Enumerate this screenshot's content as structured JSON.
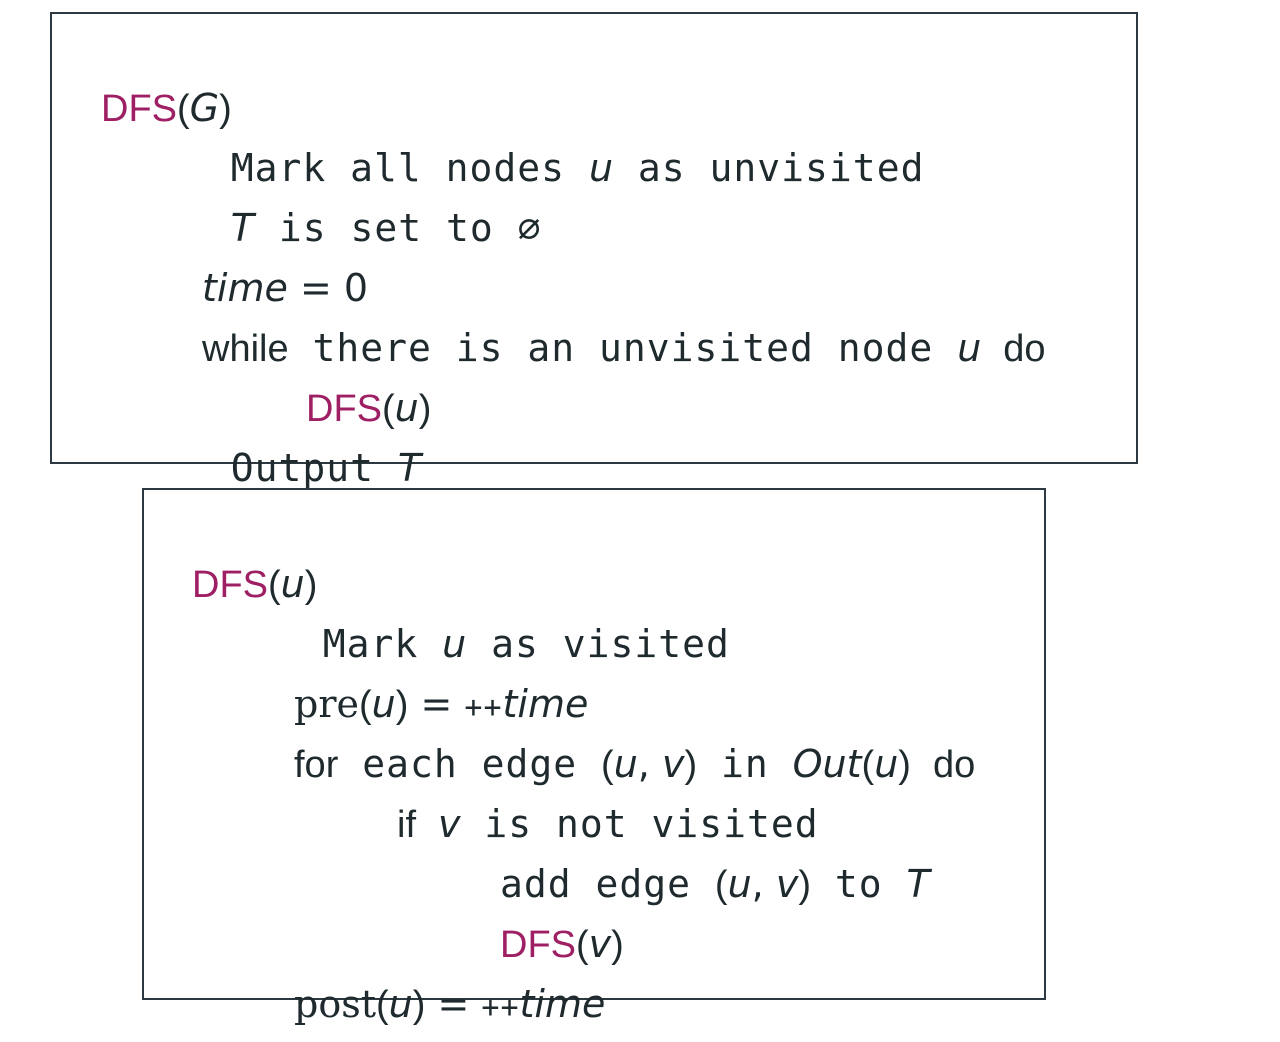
{
  "main_algorithm": {
    "header": {
      "name": "DFS",
      "arg": "G"
    },
    "line_mark": {
      "text_a": "Mark all nodes ",
      "var": "u",
      "text_b": " as unvisited"
    },
    "line_tree": {
      "var": "T",
      "text": " is set to ∅"
    },
    "line_time": {
      "var": "time",
      "op": " = ",
      "value": "0"
    },
    "line_while": {
      "keyword": "while",
      "text": " there is an unvisited node ",
      "var": "u",
      "keyword_end": "do"
    },
    "line_call": {
      "name": "DFS",
      "arg": "u"
    },
    "line_output": {
      "text": "Output ",
      "var": "T"
    }
  },
  "visit_procedure": {
    "header": {
      "name": "DFS",
      "arg": "u"
    },
    "line_mark": {
      "text_a": "Mark ",
      "var": "u",
      "text_b": " as visited"
    },
    "line_pre": {
      "func": "pre",
      "arg": "u",
      "op": " = ",
      "incr": "++",
      "var": "time"
    },
    "line_for": {
      "keyword": "for",
      "text_a": " each edge ",
      "edge_u": "u",
      "edge_v": "v",
      "text_b": " in ",
      "set": "Out",
      "set_arg": "u",
      "keyword_end": "do"
    },
    "line_if": {
      "keyword": "if",
      "var": "v",
      "text": " is not visited"
    },
    "line_add": {
      "text_a": "add edge ",
      "edge_u": "u",
      "edge_v": "v",
      "text_b": " to ",
      "var": "T"
    },
    "line_call": {
      "name": "DFS",
      "arg": "v"
    },
    "line_post": {
      "func": "post",
      "arg": "u",
      "op": " = ",
      "incr": "++",
      "var": "time"
    }
  }
}
